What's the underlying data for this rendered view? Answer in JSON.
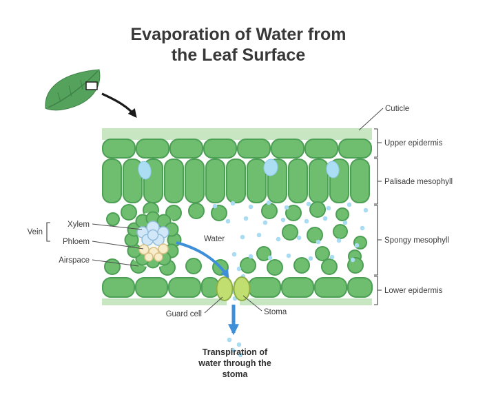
{
  "title": {
    "line1": "Evaporation of Water from",
    "line2": "the Leaf Surface"
  },
  "labels": {
    "cuticle": "Cuticle",
    "upper_epidermis": "Upper epidermis",
    "palisade_mesophyll": "Palisade mesophyll",
    "spongy_mesophyll": "Spongy mesophyll",
    "lower_epidermis": "Lower epidermis",
    "vein": "Vein",
    "xylem": "Xylem",
    "phloem": "Phloem",
    "airspace": "Airspace",
    "water": "Water",
    "guard_cell": "Guard cell",
    "stoma": "Stoma"
  },
  "caption": {
    "line1": "Transpiration of",
    "line2": "water through the",
    "line3": "stoma"
  },
  "icons": {
    "leaf": "leaf-icon",
    "zoom_region": "zoom-box-icon",
    "zoom_arrow": "zoom-arrow-icon",
    "water_flow": "water-flow-arrow-icon",
    "transpiration": "transpiration-arrow-icon"
  },
  "colors": {
    "cell_green": "#6fbd6f",
    "cell_outline": "#4c9f55",
    "band_light_green": "#c9e6c3",
    "water_blue": "#abdef2",
    "vapor_dot_blue": "#a9dcf2",
    "arrow_blue": "#3e8ed8",
    "xylem_blue": "#d2e8f8",
    "phloem_tan": "#f8edca",
    "guard_cell_green": "#c1df70",
    "text_dark": "#3b3b3b",
    "background": "#ffffff"
  }
}
